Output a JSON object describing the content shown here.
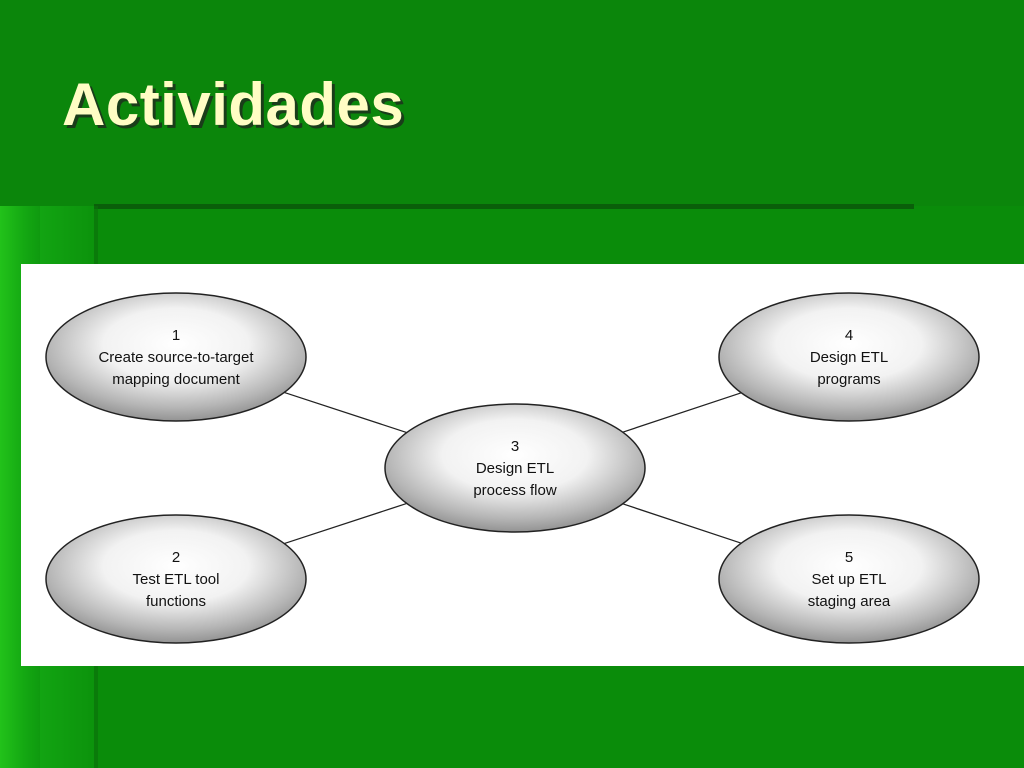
{
  "slide": {
    "title": "Actividades"
  },
  "diagram": {
    "nodes": [
      {
        "id": "n1",
        "number": "1",
        "lines": [
          "Create source-to-target",
          "mapping document"
        ]
      },
      {
        "id": "n2",
        "number": "2",
        "lines": [
          "Test ETL tool",
          "functions"
        ]
      },
      {
        "id": "n3",
        "number": "3",
        "lines": [
          "Design ETL",
          "process flow"
        ]
      },
      {
        "id": "n4",
        "number": "4",
        "lines": [
          "Design ETL",
          "programs"
        ]
      },
      {
        "id": "n5",
        "number": "5",
        "lines": [
          "Set up ETL",
          "staging area"
        ]
      }
    ],
    "edges": [
      {
        "from": "n1",
        "to": "n3"
      },
      {
        "from": "n2",
        "to": "n3"
      },
      {
        "from": "n4",
        "to": "n3"
      },
      {
        "from": "n5",
        "to": "n3"
      }
    ]
  },
  "colors": {
    "background": "#0a8c0a",
    "title_text": "#fffdc4",
    "panel": "#ffffff",
    "node_stroke": "#222222"
  }
}
